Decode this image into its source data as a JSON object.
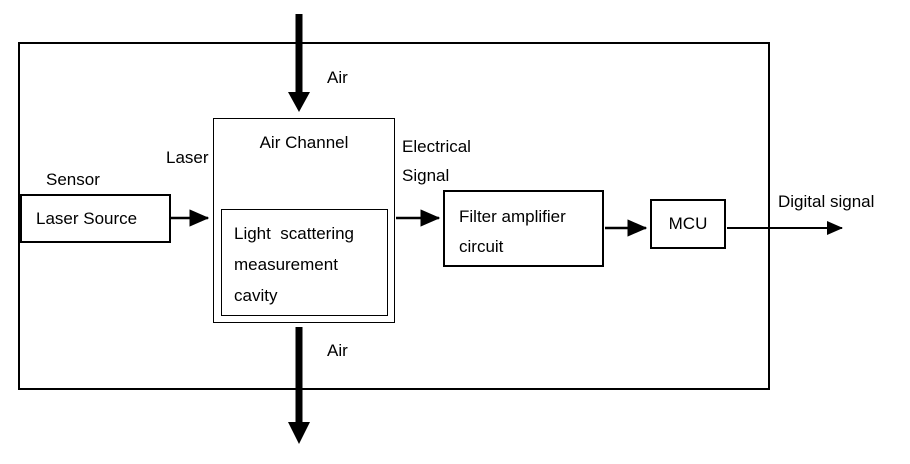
{
  "diagram": {
    "sensor_label": "Sensor",
    "air_inlet_label": "Air",
    "air_outlet_label": "Air",
    "laser_arrow_label": "Laser",
    "electrical_signal_label_line1": "Electrical",
    "electrical_signal_label_line2": "Signal",
    "digital_signal_label": "Digital signal",
    "laser_source_box": "Laser Source",
    "air_channel_box": "Air Channel",
    "cavity_line1": "Light  scattering",
    "cavity_line2": "measurement",
    "cavity_line3": "cavity",
    "filter_box_line1": "Filter amplifier",
    "filter_box_line2": "circuit",
    "mcu_box": "MCU",
    "line_color": "#000000"
  }
}
